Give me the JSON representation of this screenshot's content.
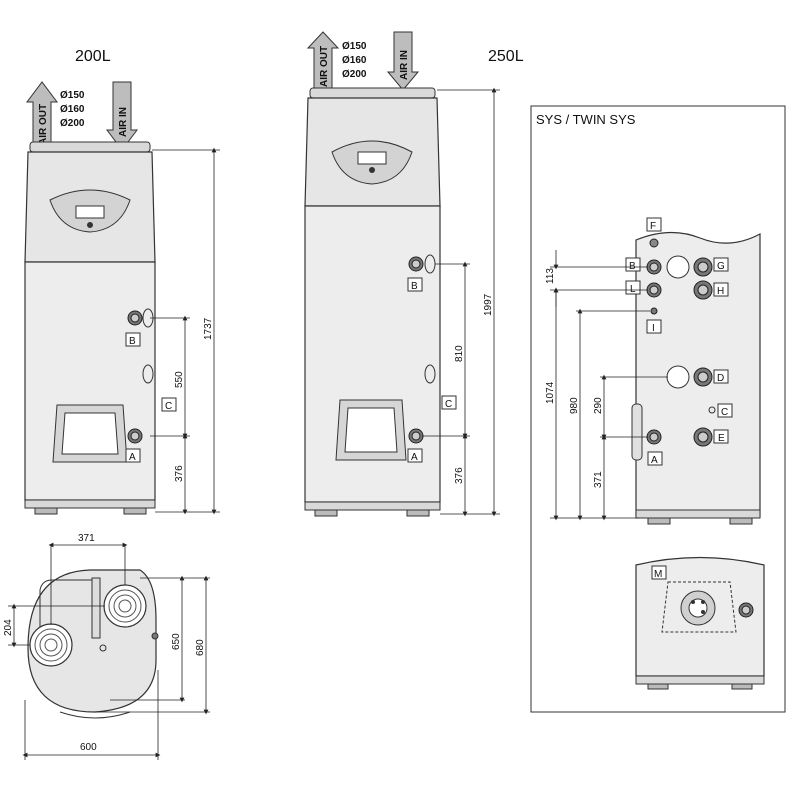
{
  "models": {
    "m200": {
      "title": "200L",
      "air_out": "AIR OUT",
      "air_in": "AIR IN",
      "duct_sizes": [
        "Ø150",
        "Ø160",
        "Ø200"
      ],
      "height_total": "1737",
      "dim_ab": "550",
      "dim_a": "376"
    },
    "m250": {
      "title": "250L",
      "air_out": "AIR OUT",
      "air_in": "AIR IN",
      "duct_sizes": [
        "Ø150",
        "Ø160",
        "Ø200"
      ],
      "height_total": "1997",
      "dim_ab": "810",
      "dim_a": "376"
    }
  },
  "connection_labels": {
    "A": "A",
    "B": "B",
    "C": "C",
    "D": "D",
    "E": "E",
    "F": "F",
    "G": "G",
    "H": "H",
    "I": "I",
    "L": "L",
    "M": "M"
  },
  "top_view": {
    "width_top": "371",
    "width_bottom": "600",
    "offset_left": "204",
    "depth_inner": "650",
    "depth_outer": "680"
  },
  "sys_panel": {
    "title": "SYS / TWIN SYS",
    "dim_113": "113",
    "dim_1074": "1074",
    "dim_980": "980",
    "dim_290": "290",
    "dim_371": "371"
  }
}
